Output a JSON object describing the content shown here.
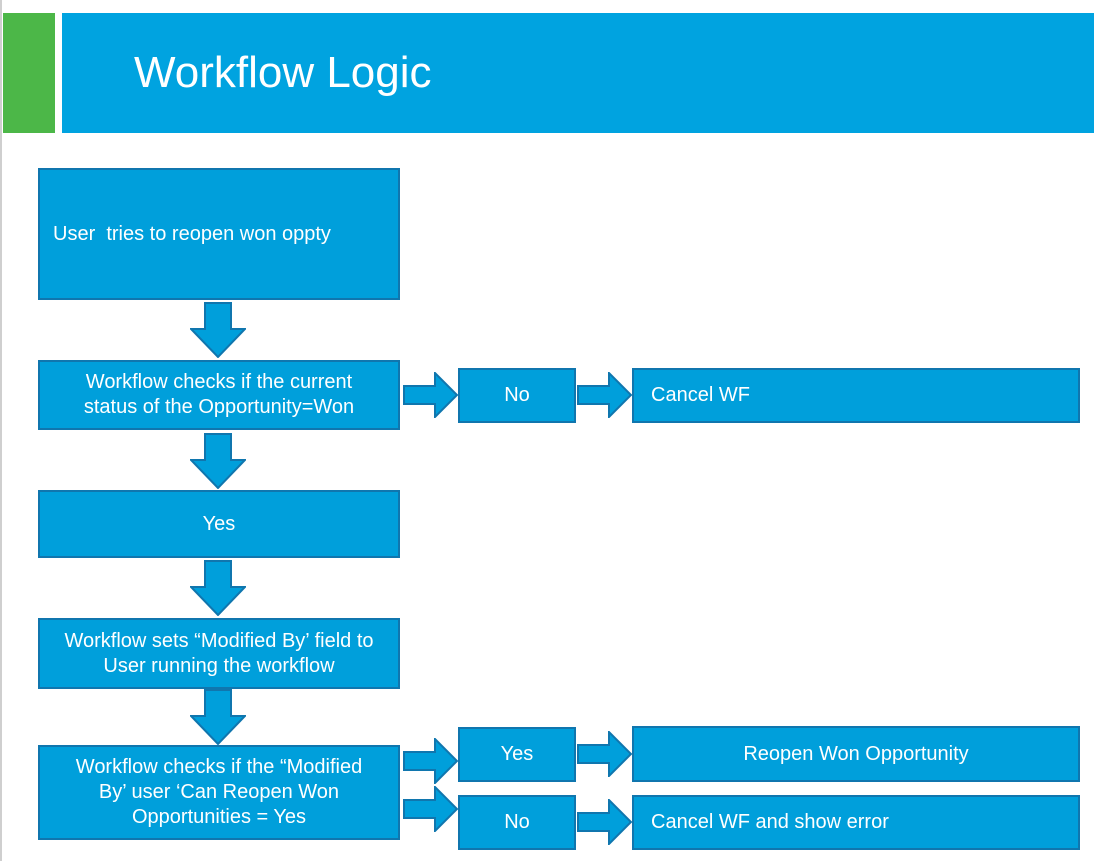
{
  "slide": {
    "title": "Workflow Logic"
  },
  "colors": {
    "header_blue": "#00A3E0",
    "accent_green": "#4CB748",
    "shape_fill": "#009FDB",
    "shape_stroke": "#1076AE",
    "text_white": "#FFFFFF",
    "page_bg": "#FFFFFF",
    "edge_line": "#CFCFCF"
  },
  "flowchart": {
    "nodes": {
      "start": {
        "label": "User  tries to reopen won oppty"
      },
      "check_status": {
        "label": "Workflow checks if the current status of the Opportunity=Won"
      },
      "no_1": {
        "label": "No"
      },
      "cancel_wf": {
        "label": "Cancel WF"
      },
      "yes_1": {
        "label": "Yes"
      },
      "set_modified_by": {
        "label": "Workflow sets “Modified By’ field to User running the workflow"
      },
      "check_permission": {
        "label": "Workflow checks if the “Modified By’ user ‘Can Reopen Won Opportunities = Yes"
      },
      "yes_2": {
        "label": "Yes"
      },
      "reopen_won": {
        "label": "Reopen Won Opportunity"
      },
      "no_2": {
        "label": "No"
      },
      "cancel_error": {
        "label": "Cancel WF and show error"
      }
    },
    "icons": {
      "down_arrow": "block-arrow-down",
      "right_arrow": "block-arrow-right"
    }
  }
}
